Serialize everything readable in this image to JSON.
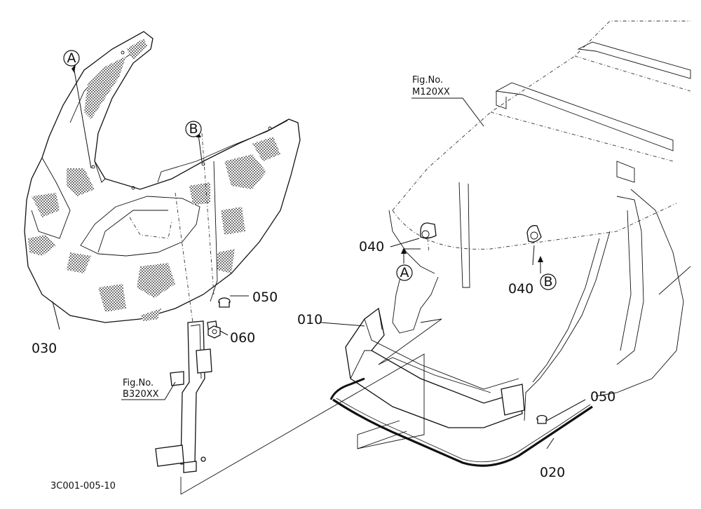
{
  "diagram": {
    "callouts": {
      "p010": "010",
      "p020": "020",
      "p030": "030",
      "p040a": "040",
      "p040b": "040",
      "p050a": "050",
      "p050b": "050",
      "p060": "060"
    },
    "markers": {
      "a_top": "A",
      "b_top": "B",
      "a_right": "A",
      "b_right": "B"
    },
    "fig_refs": [
      {
        "label": "Fig.No.",
        "code": "M120XX"
      },
      {
        "label": "Fig.No.",
        "code": "B320XX"
      }
    ],
    "drawing_code": "3C001-005-10"
  }
}
